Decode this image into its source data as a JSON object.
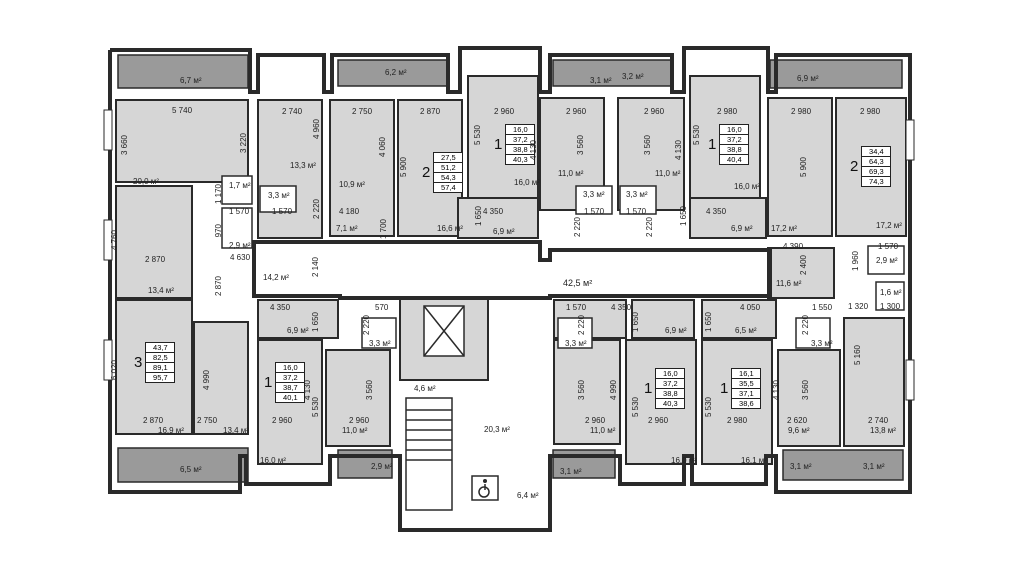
{
  "colors": {
    "wall": "#2a2a2a",
    "room": "#d6d6d6",
    "balcony": "#9a9a9a",
    "corridor": "#ffffff"
  },
  "apartments": [
    {
      "id": "a1",
      "rooms": "2",
      "areas": [
        "27,5",
        "51,2",
        "54,3",
        "57,4"
      ]
    },
    {
      "id": "a2",
      "rooms": "1",
      "areas": [
        "16,0",
        "37,2",
        "38,8",
        "40,3"
      ]
    },
    {
      "id": "a3",
      "rooms": "1",
      "areas": [
        "16,0",
        "37,2",
        "38,8",
        "40,4"
      ]
    },
    {
      "id": "a4",
      "rooms": "2",
      "areas": [
        "34,4",
        "64,3",
        "69,3",
        "74,3"
      ]
    },
    {
      "id": "a5",
      "rooms": "3",
      "areas": [
        "43,7",
        "82,5",
        "89,1",
        "95,7"
      ]
    },
    {
      "id": "a6",
      "rooms": "1",
      "areas": [
        "16,0",
        "37,2",
        "38,7",
        "40,1"
      ]
    },
    {
      "id": "a7",
      "rooms": "1",
      "areas": [
        "16,0",
        "37,2",
        "38,8",
        "40,3"
      ]
    },
    {
      "id": "a8",
      "rooms": "1",
      "areas": [
        "16,1",
        "35,5",
        "37,1",
        "38,6"
      ]
    }
  ],
  "areas": {
    "b1": "6,7 м²",
    "b2": "6,2 м²",
    "b3": "3,1 м²",
    "b4": "3,2 м²",
    "b5": "6,9 м²",
    "b6": "6,5 м²",
    "b7": "2,9 м²",
    "b8": "3,1 м²",
    "b9": "3,1 м²",
    "b10": "3,1 м²",
    "r1": "20,0 м²",
    "r2": "1,7 м²",
    "r3": "2,9 м²",
    "r4": "13,3 м²",
    "r5": "3,3 м²",
    "r6": "10,9 м²",
    "r7": "7,1 м²",
    "r8": "16,6 м²",
    "r9": "16,0 м²",
    "r10": "6,9 м²",
    "r11": "11,0 м²",
    "r12": "3,3 м²",
    "r13": "3,3 м²",
    "r14": "11,0 м²",
    "r15": "16,0 м²",
    "r16": "6,9 м²",
    "r17": "17,2 м²",
    "r18": "17,2 м²",
    "r19": "2,9 м²",
    "r20": "11,6 м²",
    "r21": "1,6 м²",
    "r22": "14,2 м²",
    "r23": "42,5 м²",
    "r24": "13,4 м²",
    "r25": "6,9 м²",
    "r26": "3,3 м²",
    "r27": "4,6 м²",
    "r28": "20,3 м²",
    "r29": "6,4 м²",
    "r30": "16,9 м²",
    "r31": "13,4 м²",
    "r32": "16,0 м²",
    "r33": "11,0 м²",
    "r34": "3,3 м²",
    "r35": "6,9 м²",
    "r36": "6,5 м²",
    "r37": "3,3 м²",
    "r38": "11,0 м²",
    "r39": "16,0 м²",
    "r40": "16,1 м²",
    "r41": "9,6 м²",
    "r42": "13,8 м²"
  },
  "dims": {
    "d1": "5 740",
    "d2": "3 660",
    "d3": "3 220",
    "d4": "2 740",
    "d5": "4 960",
    "d6": "2 750",
    "d7": "4 060",
    "d8": "2 870",
    "d9": "5 900",
    "d10": "2 960",
    "d11": "5 530",
    "d12": "2 960",
    "d13": "4 130",
    "d14": "3 560",
    "d15": "3 560",
    "d16": "4 130",
    "d17": "2 960",
    "d18": "5 530",
    "d19": "2 980",
    "d20": "5 900",
    "d21": "2 980",
    "d22": "1 170",
    "d23": "1 570",
    "d24": "970",
    "d25": "1 570",
    "d26": "2 220",
    "d27": "4 180",
    "d28": "1 700",
    "d29": "1 650",
    "d30": "4 350",
    "d31": "1 570",
    "d32": "2 220",
    "d33": "1 570",
    "d34": "2 220",
    "d35": "1 650",
    "d36": "4 350",
    "d37": "4 760",
    "d38": "2 870",
    "d39": "4 630",
    "d40": "2 870",
    "d41": "2 140",
    "d42": "4 390",
    "d43": "1 570",
    "d44": "2 400",
    "d45": "1 960",
    "d46": "1 320",
    "d47": "1 300",
    "d48": "4 350",
    "d49": "1 650",
    "d50": "570",
    "d51": "2 220",
    "d52": "1 570",
    "d53": "2 220",
    "d54": "4 350",
    "d55": "1 650",
    "d56": "1 650",
    "d57": "4 050",
    "d58": "1 550",
    "d59": "2 220",
    "d60": "6 020",
    "d61": "4 990",
    "d62": "4 130",
    "d63": "5 530",
    "d64": "3 560",
    "d65": "3 560",
    "d66": "5 530",
    "d67": "5 530",
    "d68": "4 130",
    "d69": "3 560",
    "d70": "5 160",
    "d71": "2 870",
    "d72": "2 750",
    "d73": "2 960",
    "d74": "2 960",
    "d75": "2 960",
    "d76": "2 960",
    "d77": "2 980",
    "d78": "2 620",
    "d79": "2 740"
  }
}
